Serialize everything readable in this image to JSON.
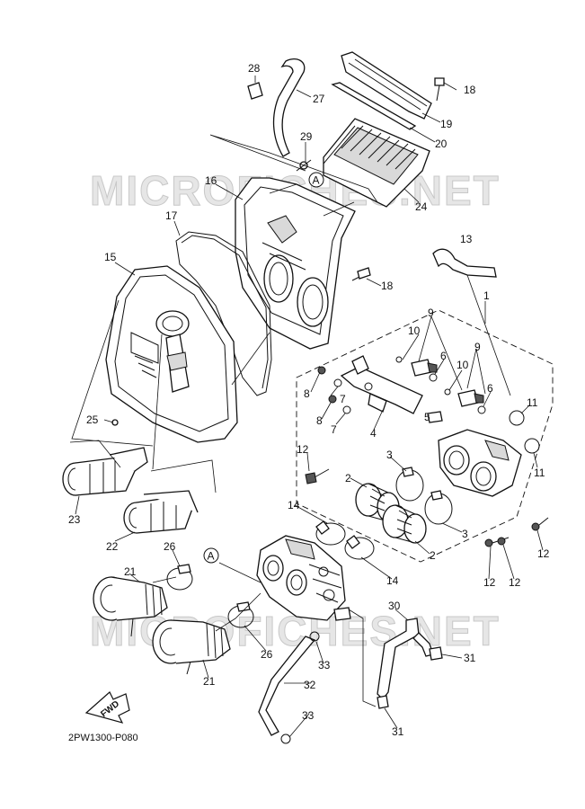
{
  "diagram": {
    "watermark_text": "MICROFICHES.NET",
    "drawing_code": "2PW1300-P080",
    "fwd_label": "FWD",
    "ref_mark": "A",
    "callouts": [
      "1",
      "2",
      "2",
      "3",
      "3",
      "4",
      "5",
      "6",
      "6",
      "7",
      "7",
      "8",
      "8",
      "9",
      "9",
      "10",
      "10",
      "11",
      "11",
      "12",
      "12",
      "12",
      "12",
      "13",
      "14",
      "14",
      "15",
      "16",
      "17",
      "18",
      "18",
      "19",
      "20",
      "21",
      "21",
      "22",
      "23",
      "24",
      "25",
      "26",
      "26",
      "27",
      "28",
      "29",
      "30",
      "31",
      "31",
      "32",
      "33",
      "33"
    ]
  },
  "colors": {
    "ink": "#111111",
    "paper": "#ffffff",
    "watermark": "#e6e6e6"
  }
}
